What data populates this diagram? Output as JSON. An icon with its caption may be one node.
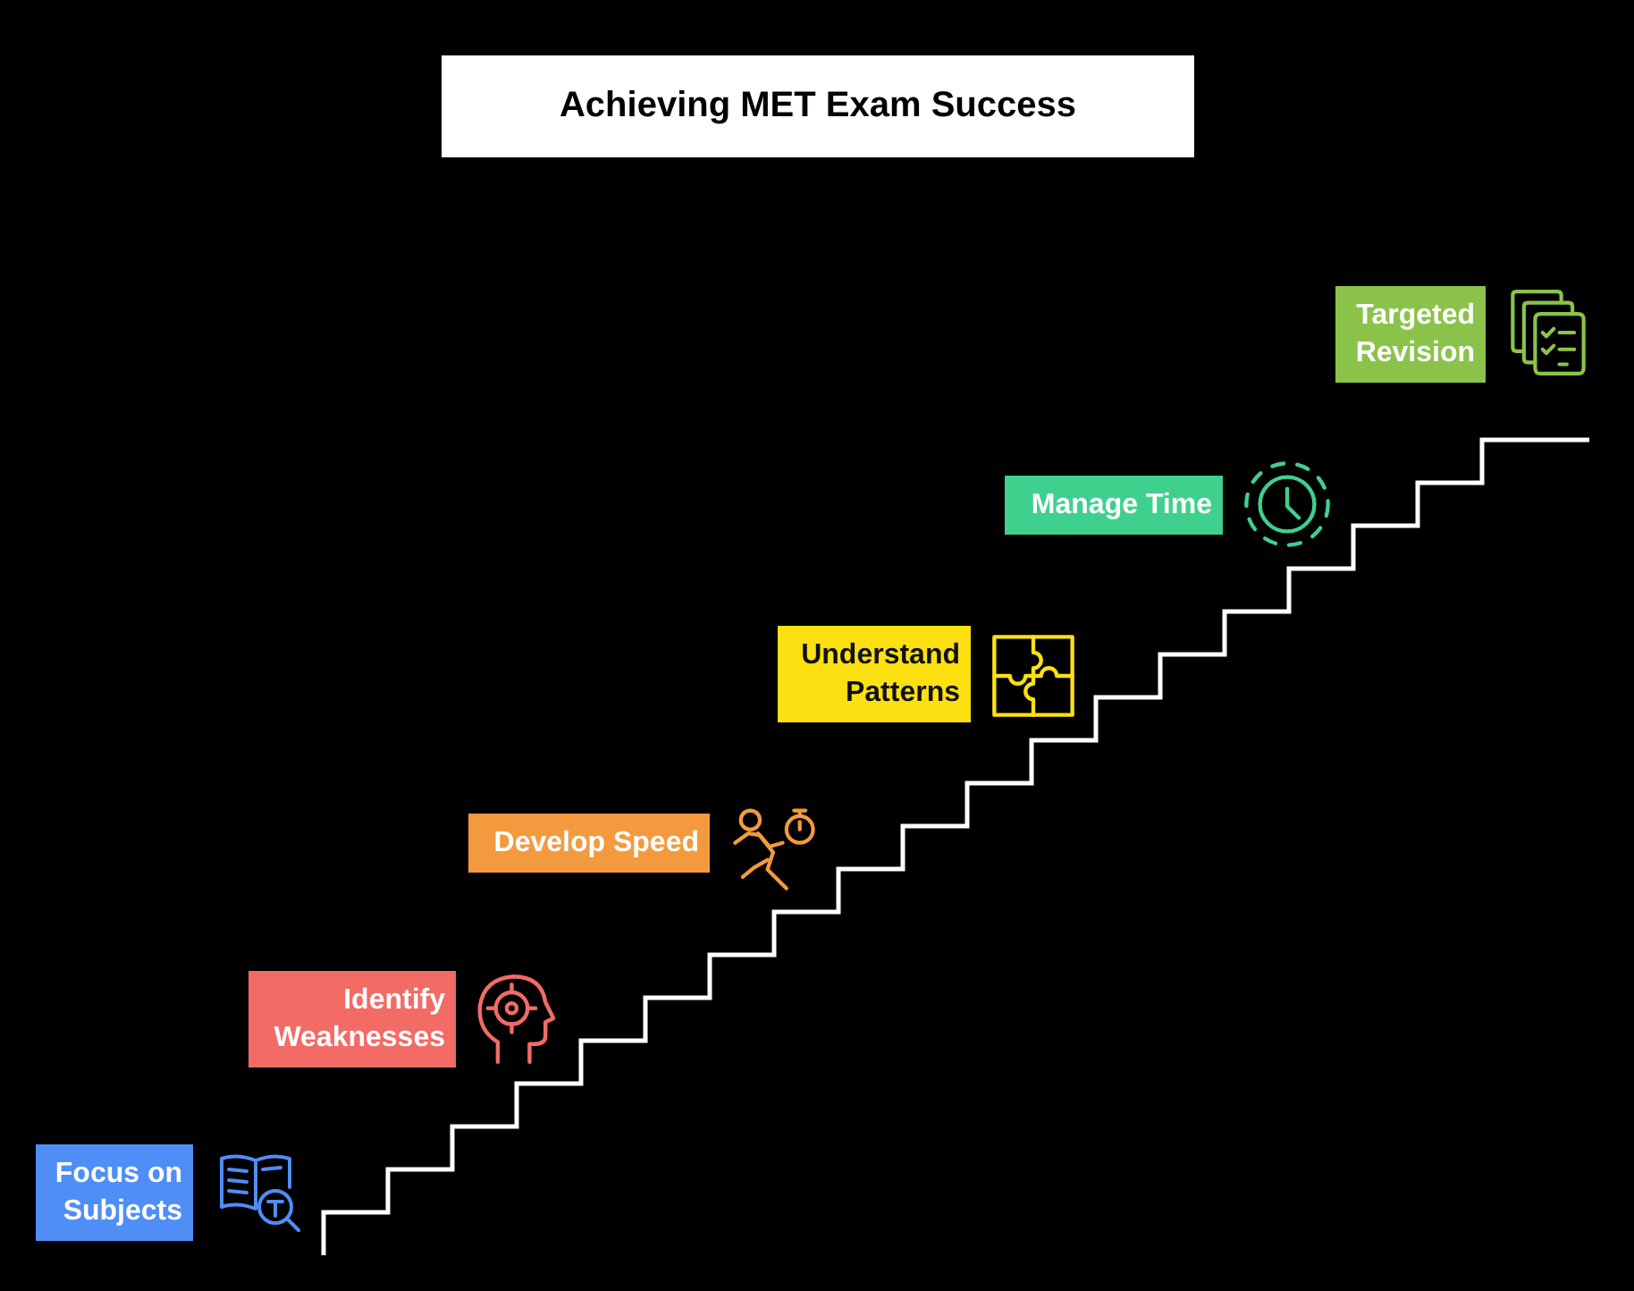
{
  "diagram": {
    "title": "Achieving MET Exam Success",
    "nodes": [
      {
        "text": [
          "Focus on Subjects"
        ]
      },
      {
        "text": [
          "Identify Weaknesses"
        ]
      },
      {
        "text": [
          "Develop Speed"
        ]
      },
      {
        "text": [
          "Understand Patterns"
        ]
      },
      {
        "text": [
          "Manage Time"
        ]
      },
      {
        "text": [
          "Targeted Revision"
        ]
      }
    ]
  }
}
